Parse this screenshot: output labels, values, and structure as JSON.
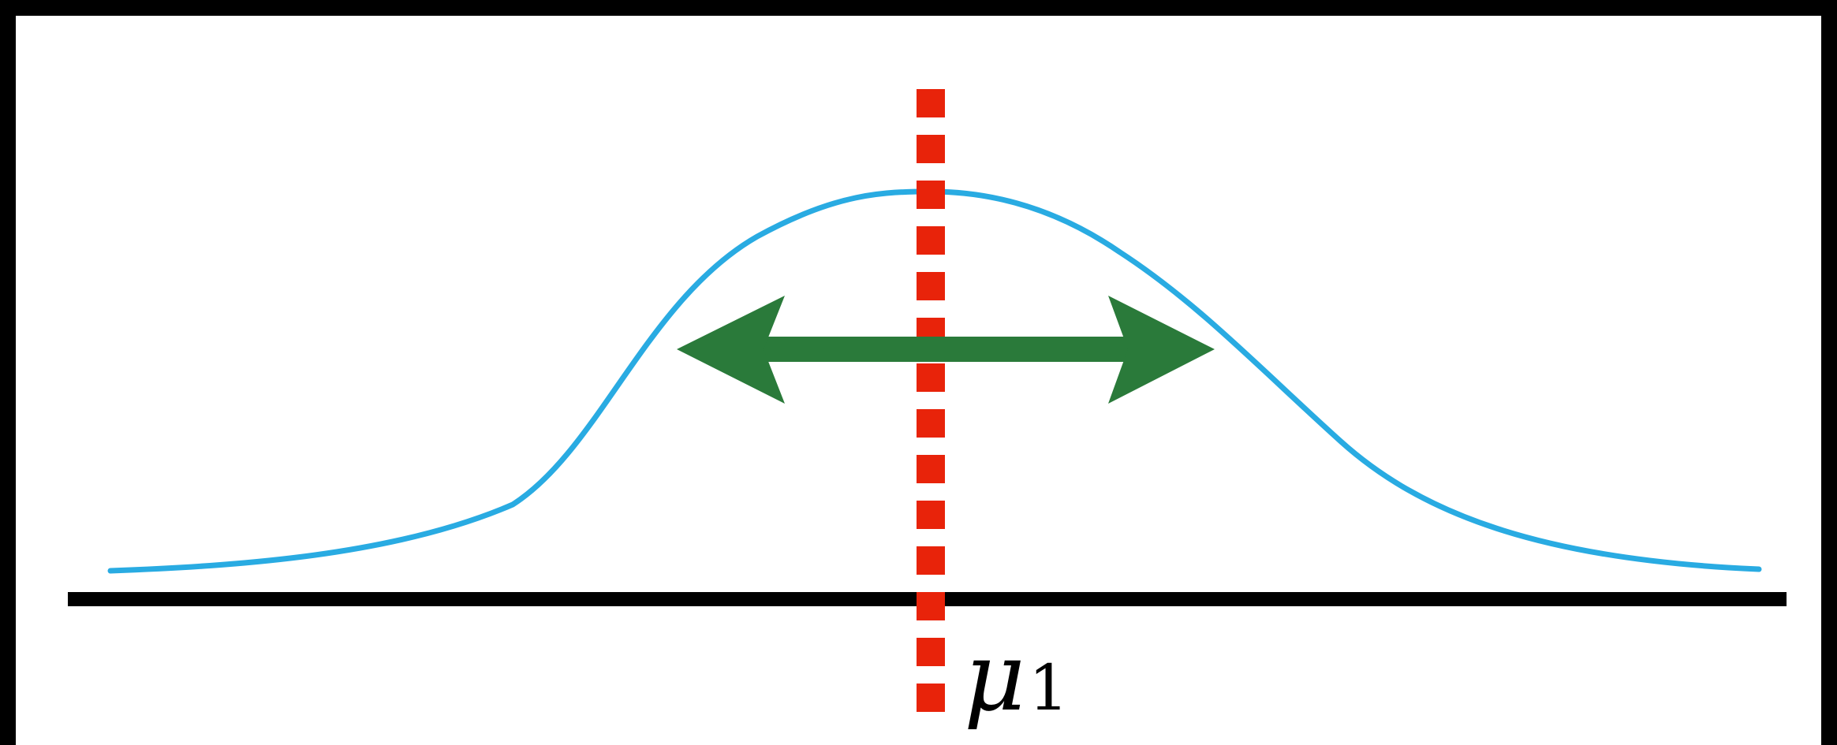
{
  "diagram": {
    "description_type": "normal-distribution-mean-spread",
    "colors": {
      "frame_border": "#000000",
      "background": "#ffffff",
      "curve": "#29abe2",
      "axis": "#000000",
      "mean_line": "#e8230a",
      "spread_arrow": "#2a7a3a",
      "label": "#000000"
    },
    "mean_label": {
      "symbol": "μ",
      "subscript": "1"
    }
  }
}
